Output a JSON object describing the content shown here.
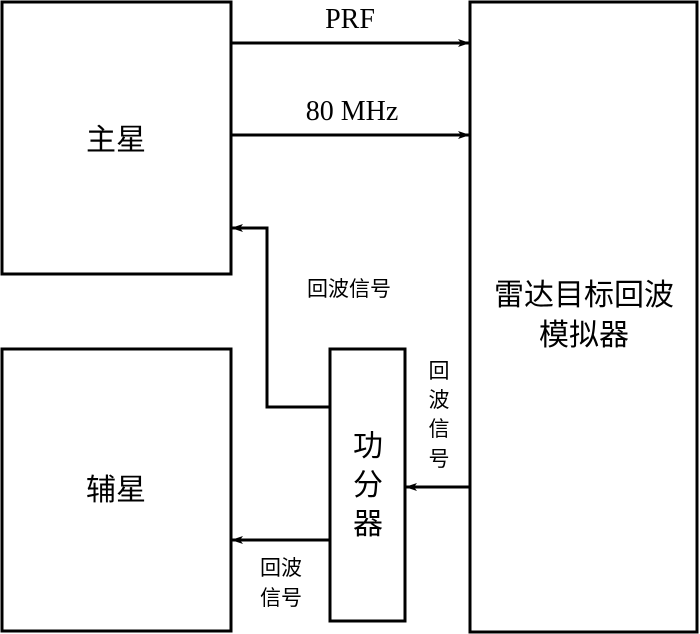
{
  "blocks": {
    "main_satellite": "主星",
    "aux_satellite": "辅星",
    "power_divider": [
      "功",
      "分",
      "器"
    ],
    "simulator": [
      "雷达目标回波",
      "模拟器"
    ]
  },
  "signals": {
    "prf": "PRF",
    "clock": "80 MHz",
    "echo_to_main": "回波信号",
    "echo_from_sim": [
      "回",
      "波",
      "信",
      "号"
    ],
    "echo_to_aux": [
      "回波",
      "信号"
    ]
  }
}
